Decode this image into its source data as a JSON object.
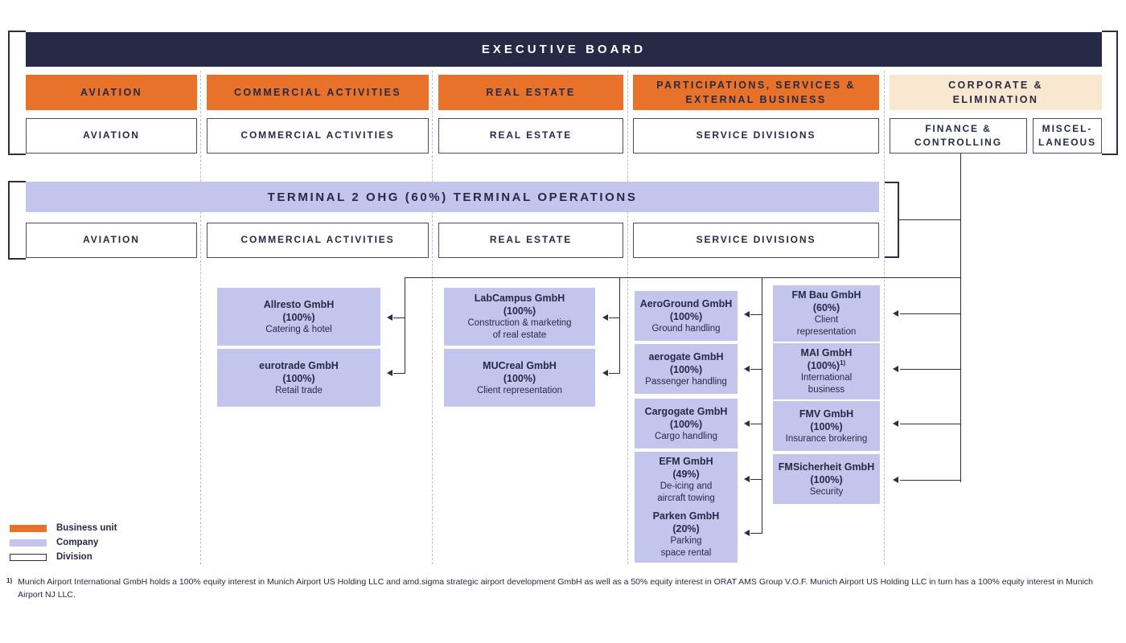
{
  "chart_data": {
    "type": "diagram",
    "title": "Munich Airport Group Structure",
    "diagram_kind": "organizational-chart"
  },
  "board": {
    "label": "EXECUTIVE BOARD"
  },
  "segments": [
    {
      "label": "AVIATION",
      "kind": "business-unit"
    },
    {
      "label": "COMMERCIAL ACTIVITIES",
      "kind": "business-unit"
    },
    {
      "label": "REAL ESTATE",
      "kind": "business-unit"
    },
    {
      "label": "PARTICIPATIONS, SERVICES &\nEXTERNAL BUSINESS",
      "kind": "business-unit"
    },
    {
      "label": "CORPORATE &\nELIMINATION",
      "kind": "corporate"
    }
  ],
  "segment_labels": {
    "aviation": "AVIATION",
    "commercial": "COMMERCIAL ACTIVITIES",
    "real_estate": "REAL ESTATE",
    "participations_line1": "PARTICIPATIONS, SERVICES &",
    "participations_line2": "EXTERNAL BUSINESS",
    "corporate_line1": "CORPORATE &",
    "corporate_line2": "ELIMINATION"
  },
  "divisions": {
    "aviation": "AVIATION",
    "commercial": "COMMERCIAL ACTIVITIES",
    "real_estate": "REAL ESTATE",
    "service": "SERVICE DIVISIONS",
    "finance_line1": "FINANCE &",
    "finance_line2": "CONTROLLING",
    "misc_line1": "MISCEL-",
    "misc_line2": "LANEOUS"
  },
  "terminal2": {
    "band": "TERMINAL 2 OHG (60%) TERMINAL OPERATIONS",
    "divisions": {
      "aviation": "AVIATION",
      "commercial": "COMMERCIAL ACTIVITIES",
      "real_estate": "REAL ESTATE",
      "service": "SERVICE DIVISIONS"
    }
  },
  "companies": {
    "commercial": [
      {
        "name": "Allresto GmbH",
        "pct": "(100%)",
        "desc": "Catering & hotel"
      },
      {
        "name": "eurotrade GmbH",
        "pct": "(100%)",
        "desc": "Retail trade"
      }
    ],
    "real_estate": [
      {
        "name": "LabCampus GmbH",
        "pct": "(100%)",
        "desc": "Construction & marketing\nof real estate"
      },
      {
        "name": "MUCreal GmbH",
        "pct": "(100%)",
        "desc": "Client representation"
      }
    ],
    "participations": [
      {
        "name": "AeroGround GmbH",
        "pct": "(100%)",
        "desc": "Ground handling"
      },
      {
        "name": "aerogate GmbH",
        "pct": "(100%)",
        "desc": "Passenger handling"
      },
      {
        "name": "Cargogate GmbH",
        "pct": "(100%)",
        "desc": "Cargo handling"
      },
      {
        "name": "EFM GmbH",
        "pct": "(49%)",
        "desc": "De-icing and\naircraft towing"
      },
      {
        "name": "Parken GmbH",
        "pct": "(20%)",
        "desc": "Parking\nspace rental"
      }
    ],
    "corporate": [
      {
        "name": "FM Bau GmbH",
        "pct": "(60%)",
        "desc": "Client\nrepresentation"
      },
      {
        "name": "MAI GmbH",
        "pct": "(100%)",
        "pct_sup": "1)",
        "desc": "International\nbusiness"
      },
      {
        "name": "FMV GmbH",
        "pct": "(100%)",
        "desc": "Insurance brokering"
      },
      {
        "name": "FMSicherheit GmbH",
        "pct": "(100%)",
        "desc": "Security"
      }
    ]
  },
  "legend": [
    {
      "label": "Business unit",
      "swatch": "business-unit"
    },
    {
      "label": "Company",
      "swatch": "company"
    },
    {
      "label": "Division",
      "swatch": "division"
    }
  ],
  "footnote": {
    "mark": "1)",
    "text": "Munich Airport International GmbH holds a 100% equity interest in Munich Airport US Holding LLC and amd.sigma strategic airport development GmbH as well as a 50% equity interest in ORAT AMS Group V.O.F. Munich Airport US Holding LLC in turn has a 100% equity interest in Munich Airport NJ LLC."
  },
  "colors": {
    "business_unit": "#E8722A",
    "company": "#C3C5EC",
    "corporate": "#FAE7D0",
    "board": "#262A45",
    "line": "#2B2E4A"
  }
}
